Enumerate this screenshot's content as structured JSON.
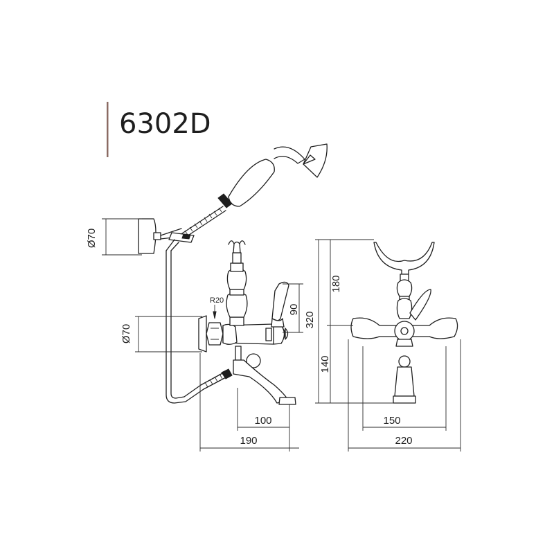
{
  "product": {
    "model_code": "6302D",
    "accent_bar_color": "#8b6b63"
  },
  "dimensions": {
    "handshower_diameter": "Ø70",
    "body_diameter": "Ø70",
    "radius": "R20",
    "lever_height": "90",
    "total_height": "320",
    "spout_reach": "100",
    "side_depth": "190",
    "front_top_height": "180",
    "front_bottom_height": "140",
    "center_distance": "150",
    "front_width": "220"
  }
}
